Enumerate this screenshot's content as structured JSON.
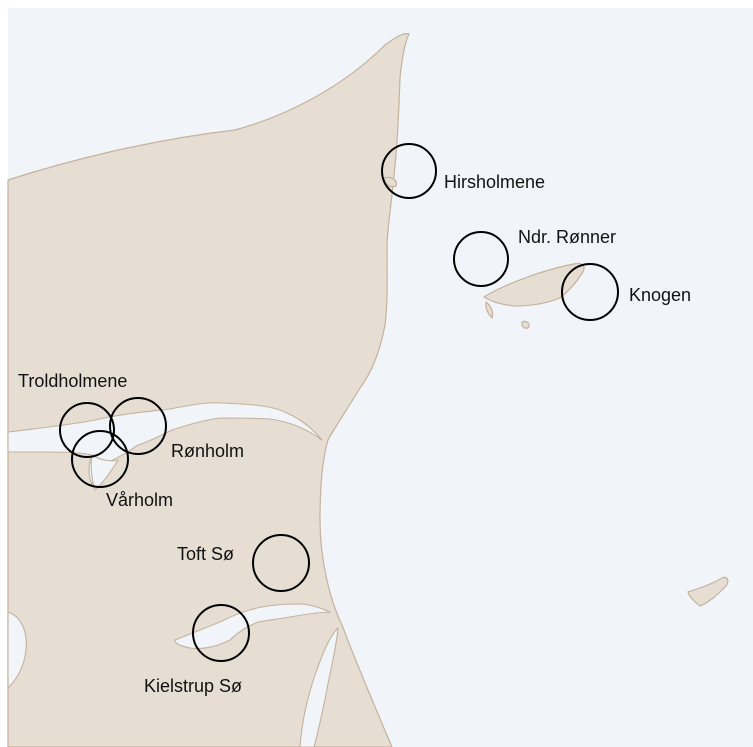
{
  "map": {
    "colors": {
      "sea": "#f1f5fa",
      "land": "#e6ddd3",
      "coastline": "#c4b29d",
      "marker": "#000000",
      "label": "#111111"
    },
    "places": [
      {
        "id": "hirsholmene",
        "name": "Hirsholmene"
      },
      {
        "id": "ndr-ronner",
        "name": "Ndr. Rønner"
      },
      {
        "id": "knogen",
        "name": "Knogen"
      },
      {
        "id": "troldholmene",
        "name": "Troldholmene"
      },
      {
        "id": "ronholm",
        "name": "Rønholm"
      },
      {
        "id": "varholm",
        "name": "Vårholm"
      },
      {
        "id": "toft-so",
        "name": "Toft Sø"
      },
      {
        "id": "kielstrup-so",
        "name": "Kielstrup Sø"
      }
    ]
  }
}
